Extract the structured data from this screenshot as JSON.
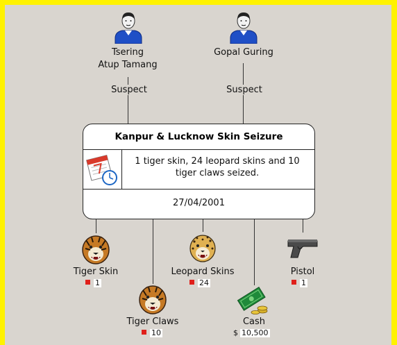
{
  "persons": [
    {
      "name_line1": "Tsering",
      "name_line2": "Atup Tamang",
      "role": "Suspect"
    },
    {
      "name": "Gopal Guring",
      "role": "Suspect"
    }
  ],
  "event": {
    "title": "Kanpur & Lucknow Skin Seizure",
    "description": "1 tiger skin, 24 leopard skins and 10 tiger claws seized.",
    "date": "27/04/2001"
  },
  "items": [
    {
      "label": "Tiger Skin",
      "quantity": "1",
      "icon": "tiger-icon"
    },
    {
      "label": "Tiger Claws",
      "quantity": "10",
      "icon": "tiger-icon"
    },
    {
      "label": "Leopard Skins",
      "quantity": "24",
      "icon": "leopard-icon"
    },
    {
      "label": "Cash",
      "currency": "$",
      "quantity": "10,500",
      "icon": "cash-icon"
    },
    {
      "label": "Pistol",
      "quantity": "1",
      "icon": "pistol-icon"
    }
  ],
  "colors": {
    "frame": "#fff200",
    "background": "#d9d5cf",
    "quantity_marker": "#e0201b"
  }
}
